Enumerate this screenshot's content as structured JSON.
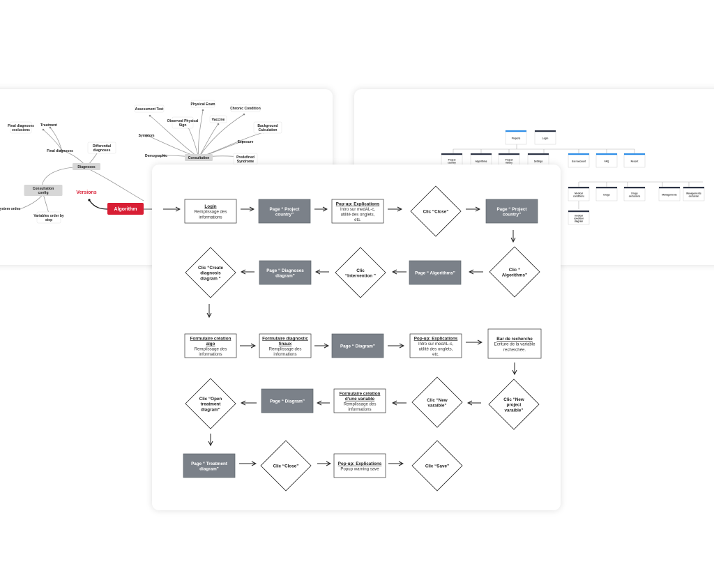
{
  "mindmap": {
    "versions_label": "Versions",
    "algorithm_label": "Algorithm",
    "nodes": [
      "Final diagnoses exclusions",
      "Treatment",
      "Final diagnoses",
      "Differential diagnoses",
      "Diagnoses",
      "Consultation config",
      "ystem order",
      "Variables order by step",
      "Assessment Test",
      "Physical Exam",
      "Chronic Condition",
      "Observed Physical Sign",
      "Vaccine",
      "Background Calculation",
      "Symptom",
      "Exposure",
      "Demographic",
      "Consultation",
      "Predefined Syndrome"
    ]
  },
  "sitemap": {
    "nodes": [
      "Projects",
      "Login",
      "Project country",
      "Algorithms",
      "Project library",
      "Settings",
      "User account",
      "FAQ",
      "Recent",
      "Medical conditions",
      "Drugs",
      "Drugs exclusions",
      "Managements",
      "Managements exclusion",
      "medical condition diagram"
    ]
  },
  "flow": {
    "nodes": [
      {
        "title": "Login",
        "sub": "Remplissage des informations"
      },
      {
        "title": "Page “ Project country”"
      },
      {
        "title": "Pop-up: Explications",
        "sub": "Intro sur medAL-c, utilité des onglets, etc."
      },
      {
        "title": "Clic “Close”"
      },
      {
        "title": "Page “ Project country”"
      },
      {
        "title": "Clic “ Algorithms”"
      },
      {
        "title": "Page “ Algorithms”"
      },
      {
        "title": "Clic “Intervention ”"
      },
      {
        "title": "Page “ Diagnoses diagram”"
      },
      {
        "title": "Clic “Create diagnosis diagram ”"
      },
      {
        "title": "Formulaire création algo",
        "sub": "Remplissage des informations"
      },
      {
        "title": "Formulaire diagnostic finaux",
        "sub": "Remplissage des informations"
      },
      {
        "title": "Page “ Diagram”"
      },
      {
        "title": "Pop-up: Explications",
        "sub": "Intro sur medAL-c, utilité des onglets, etc."
      },
      {
        "title": "Bar de recherche",
        "sub": "Ecriture de la variable recherchée."
      },
      {
        "title": "Clic “New project varaible”"
      },
      {
        "title": "Clic “New varaible”"
      },
      {
        "title": "Formulaire création d’une variable",
        "sub": "Remplissage des informations"
      },
      {
        "title": "Page “ Diagram”"
      },
      {
        "title": "Clic “Open treatment diagram”"
      },
      {
        "title": "Page “ Treatment diagram”"
      },
      {
        "title": "Clic “Close”"
      },
      {
        "title": "Pop-up: Explications",
        "sub": "Popup warning save"
      },
      {
        "title": "Clic “Save”"
      }
    ]
  },
  "colors": {
    "dark_box": "#7b8189",
    "accent_red": "#d81e34",
    "sitemap_blue": "#2f8fe8",
    "sitemap_navy": "#2c3345"
  }
}
